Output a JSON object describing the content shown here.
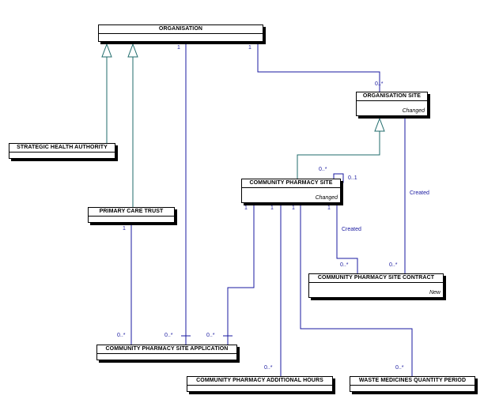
{
  "entities": {
    "organisation": {
      "name": "ORGANISATION",
      "status": ""
    },
    "organisation_site": {
      "name": "ORGANISATION SITE",
      "status": "Changed"
    },
    "strategic_health_authority": {
      "name": "STRATEGIC HEALTH AUTHORITY",
      "status": ""
    },
    "primary_care_trust": {
      "name": "PRIMARY CARE TRUST",
      "status": ""
    },
    "community_pharmacy_site": {
      "name": "COMMUNITY PHARMACY SITE",
      "status": "Changed"
    },
    "community_pharmacy_site_contract": {
      "name": "COMMUNITY PHARMACY SITE CONTRACT",
      "status": "New"
    },
    "community_pharmacy_site_application": {
      "name": "COMMUNITY PHARMACY SITE APPLICATION",
      "status": ""
    },
    "community_pharmacy_additional_hours": {
      "name": "COMMUNITY PHARMACY ADDITIONAL HOURS",
      "status": ""
    },
    "waste_medicines_quantity_period": {
      "name": "WASTE MEDICINES QUANTITY PERIOD",
      "status": ""
    }
  },
  "multiplicities": {
    "one": "1",
    "many": "0..*",
    "zero_one": "0..1"
  },
  "relationship_labels": {
    "created": "Created"
  },
  "colors": {
    "generalization_line": "#1f6b6b",
    "association_line": "#1a1aa0",
    "label_text": "#1a1aa0"
  }
}
